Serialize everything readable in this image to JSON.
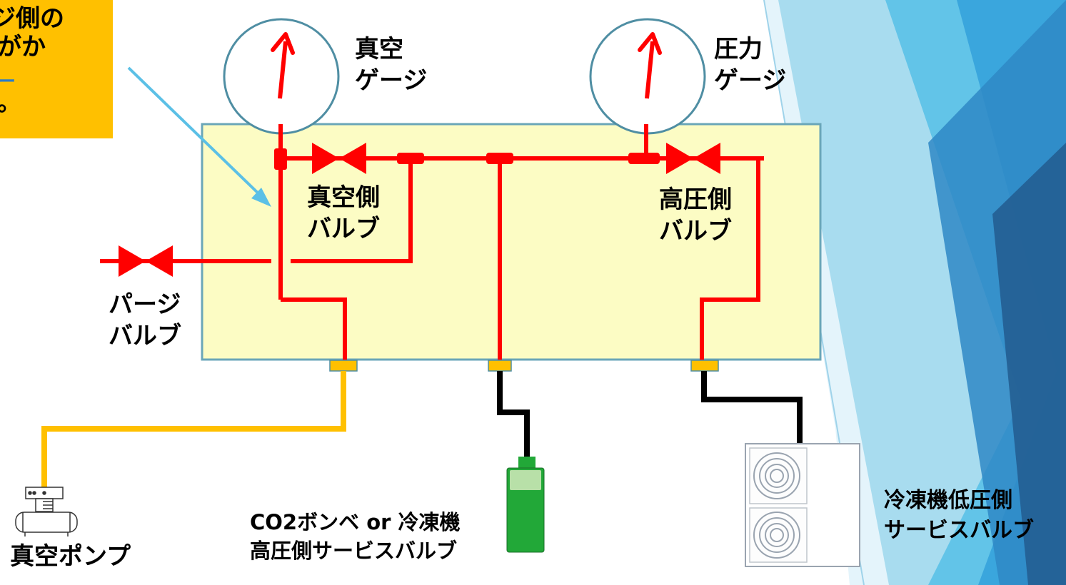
{
  "callout": {
    "line1": "ジ側の",
    "line2": "がか",
    "line3": "ー",
    "line4": "。"
  },
  "gauges": {
    "vacuum": {
      "line1": "真空",
      "line2": "ゲージ"
    },
    "pressure": {
      "line1": "圧力",
      "line2": "ゲージ"
    }
  },
  "valves": {
    "vacuum_side": {
      "line1": "真空側",
      "line2": "バルブ"
    },
    "high_side": {
      "line1": "高圧側",
      "line2": "バルブ"
    },
    "purge": {
      "line1": "パージ",
      "line2": "バルブ"
    }
  },
  "devices": {
    "vacuum_pump": "真空ポンプ",
    "cylinder": {
      "line1": "CO2ボンベ or 冷凍機",
      "line2": "高圧側サービスバルブ"
    },
    "refrigerator_low": {
      "line1": "冷凍機低圧側",
      "line2": "サービスバルブ"
    }
  },
  "colors": {
    "manifold_fill": "#fcfcc4",
    "manifold_border": "#6aa6b8",
    "pipe_red": "#ff0000",
    "hose_yellow": "#ffc000",
    "hose_black": "#000000",
    "callout_bg": "#ffc000",
    "callout_arrow": "#5bc0e6",
    "cylinder_green": "#22a838",
    "background_blue": "#2f88c6"
  }
}
